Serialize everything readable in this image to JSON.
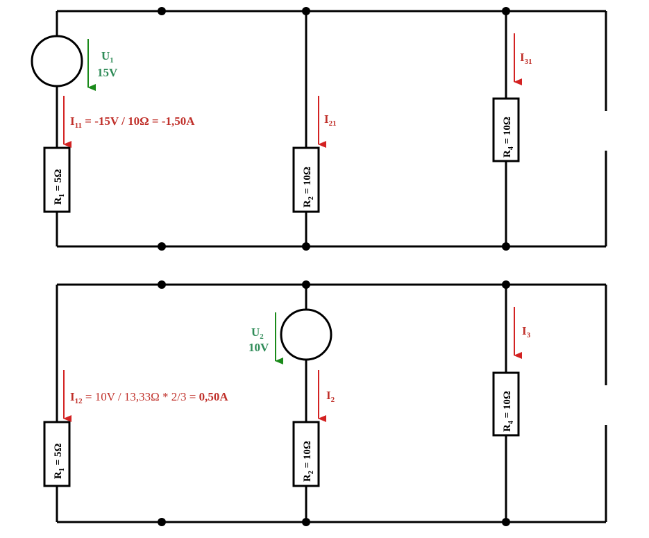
{
  "colors": {
    "current": "#c0302a",
    "voltage": "#2e8b57",
    "wire": "#000000"
  },
  "circuit1": {
    "source": {
      "name": "U",
      "sub": "1",
      "value": "15V"
    },
    "resistors": [
      {
        "name": "R",
        "sub": "1",
        "value": " = 5Ω"
      },
      {
        "name": "R",
        "sub": "2",
        "value": " = 10Ω"
      },
      {
        "name": "R",
        "sub": "4",
        "value": " = 10Ω"
      }
    ],
    "currents": [
      {
        "name": "I",
        "sub": "11",
        "text": " = -15V / 10Ω  = ",
        "result": "-1,50A"
      },
      {
        "name": "I",
        "sub": "21"
      },
      {
        "name": "I",
        "sub": "31"
      }
    ]
  },
  "circuit2": {
    "source": {
      "name": "U",
      "sub": "2",
      "value": "10V"
    },
    "resistors": [
      {
        "name": "R",
        "sub": "1",
        "value": " = 5Ω"
      },
      {
        "name": "R",
        "sub": "2",
        "value": " = 10Ω"
      },
      {
        "name": "R",
        "sub": "4",
        "value": " = 10Ω"
      }
    ],
    "currents": [
      {
        "name": "I",
        "sub": "12",
        "text": " = 10V  / 13,33Ω  * 2/3 = ",
        "result": "0,50A"
      },
      {
        "name": "I",
        "sub": "2"
      },
      {
        "name": "I",
        "sub": "3"
      }
    ]
  }
}
